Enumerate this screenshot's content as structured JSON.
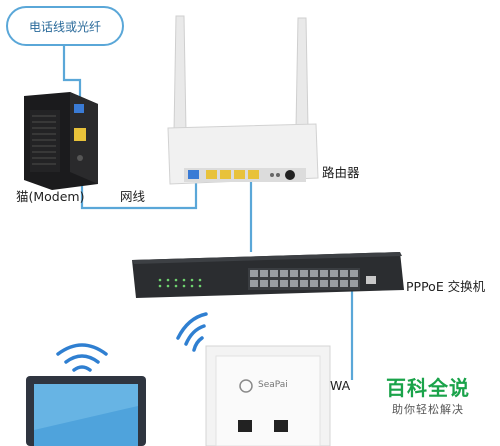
{
  "labels": {
    "phone_line": "电话线或光纤",
    "modem": "猫(Modem)",
    "cable": "网线",
    "router": "路由器",
    "switch": "PPPoE 交换机",
    "wan": "WA",
    "ap_brand": "SeaPai"
  },
  "watermark": {
    "title": "百科全说",
    "subtitle": "助你轻松解决"
  },
  "colors": {
    "cable": "#5aa7d8",
    "router_body": "#f1f1f1",
    "switch_body": "#2b2d30",
    "port_yellow": "#e8c23a",
    "port_blue": "#3a7bd5",
    "watermark_green": "#1aa34a"
  }
}
